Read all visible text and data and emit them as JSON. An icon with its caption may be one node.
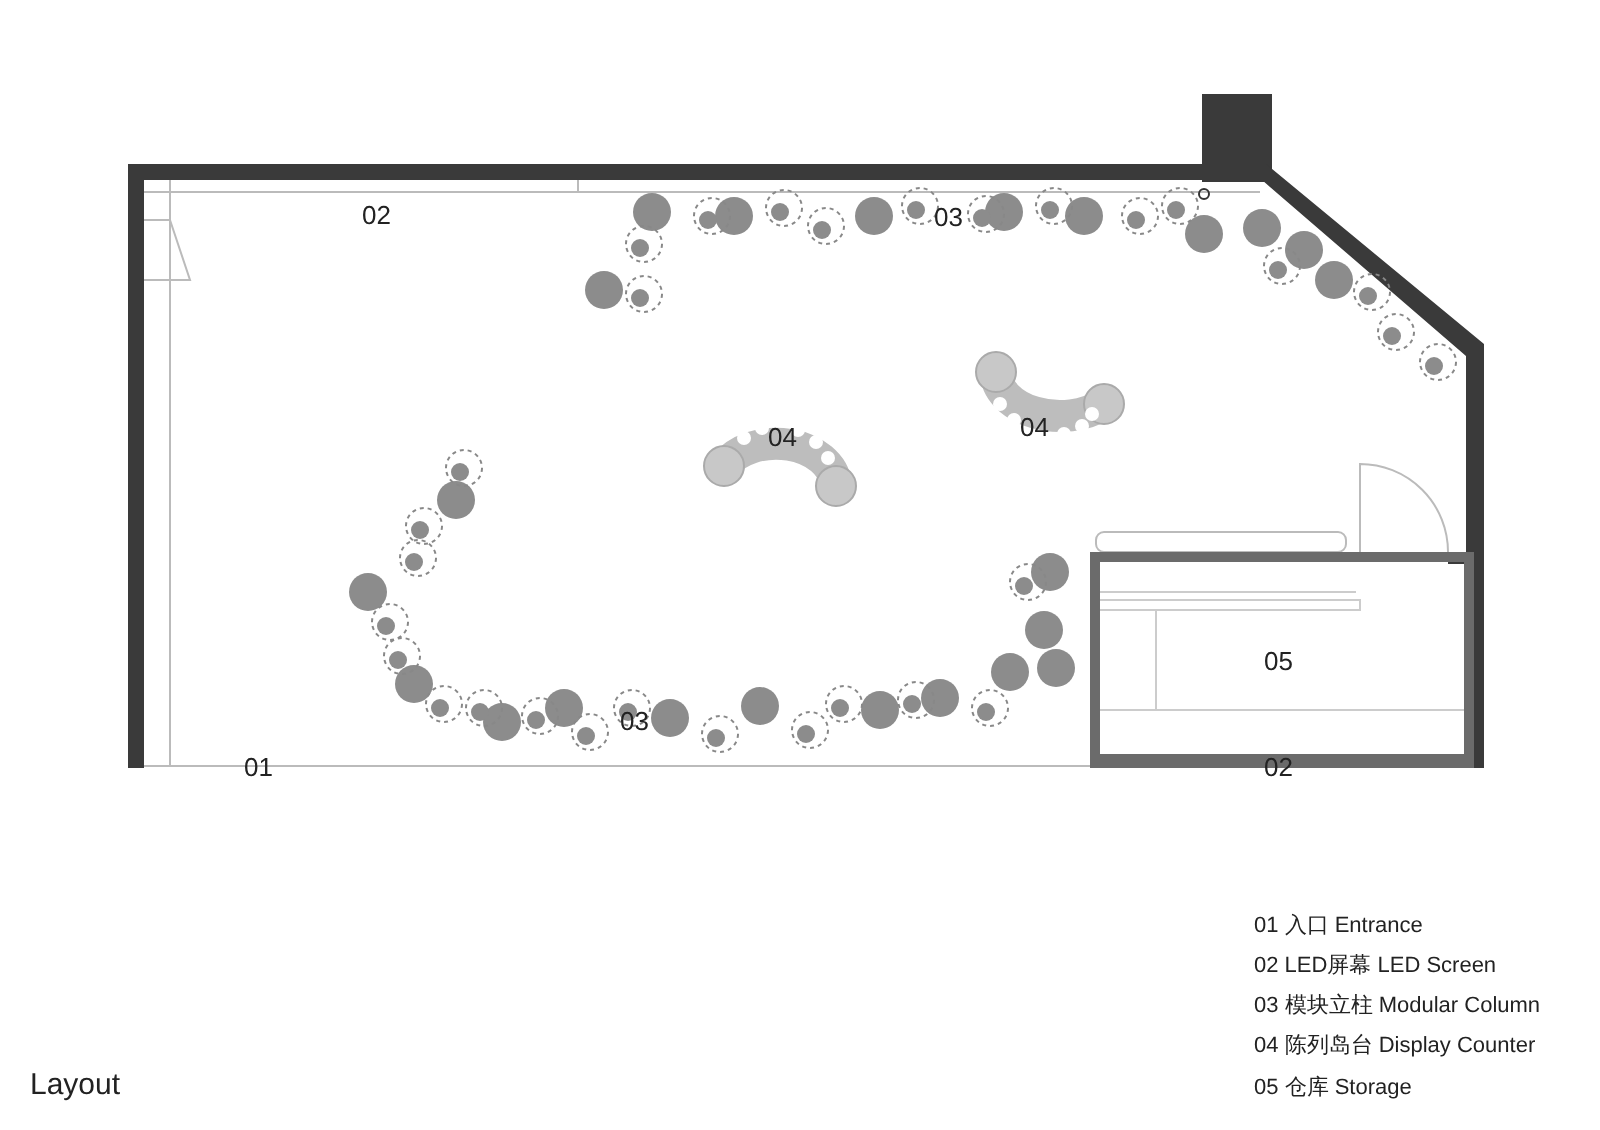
{
  "diagram": {
    "title": "Layout",
    "nodes": [
      {
        "text": [
          "04"
        ]
      },
      {
        "text": [
          "04"
        ]
      },
      {
        "text": [
          "05"
        ]
      }
    ],
    "labels": [
      "02",
      "03",
      "03",
      "01",
      "02",
      "01 入口 Entrance",
      "02 LED屏幕 LED Screen",
      "03 模块立柱 Modular Column",
      "04 陈列岛台 Display Counter",
      "05 仓库 Storage"
    ]
  }
}
